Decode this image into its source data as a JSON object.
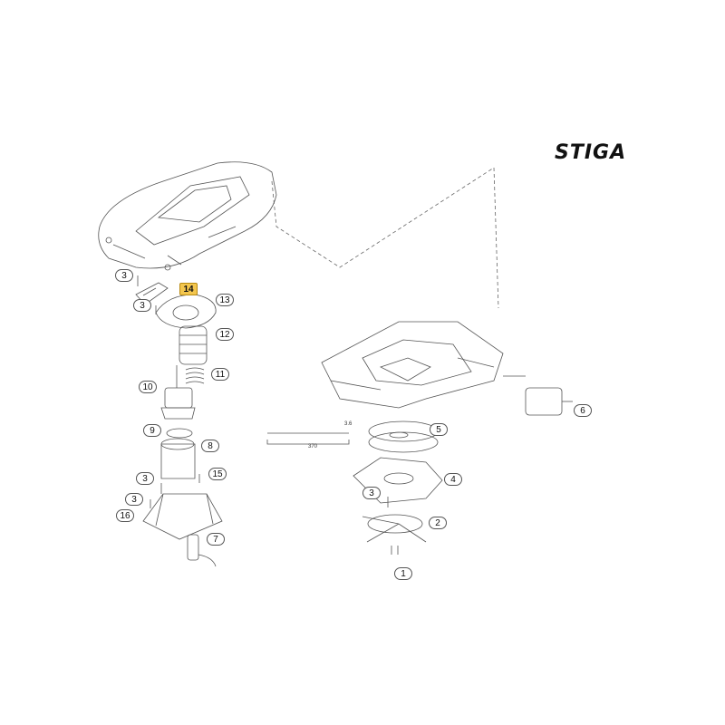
{
  "brand": {
    "logo_text": "STIGA"
  },
  "parts": [
    {
      "id": "14",
      "highlighted": true
    },
    {
      "id": "13"
    },
    {
      "id": "12"
    },
    {
      "id": "11"
    },
    {
      "id": "10"
    },
    {
      "id": "9"
    },
    {
      "id": "8"
    },
    {
      "id": "15"
    },
    {
      "id": "16"
    },
    {
      "id": "7"
    },
    {
      "id": "6"
    },
    {
      "id": "5"
    },
    {
      "id": "4"
    },
    {
      "id": "2"
    },
    {
      "id": "1"
    },
    {
      "id": "3"
    }
  ],
  "dimensions": {
    "cable_tie_length": "370",
    "cable_tie_width": "3.6"
  }
}
